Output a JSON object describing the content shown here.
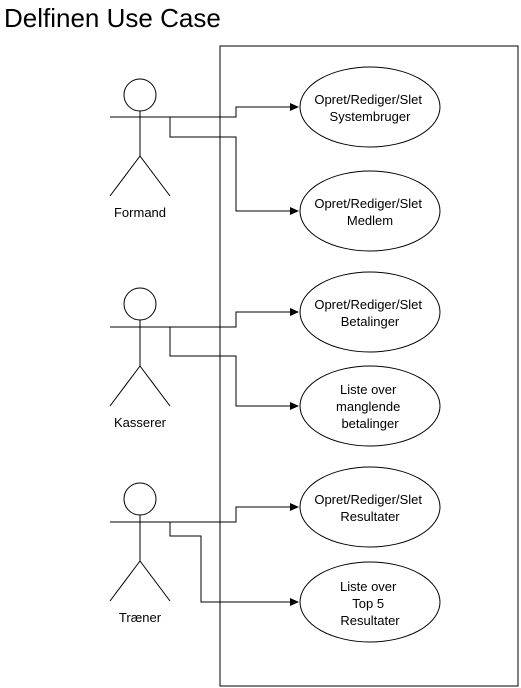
{
  "title": "Delfinen Use Case",
  "actors": [
    {
      "id": "formand",
      "label": "Formand"
    },
    {
      "id": "kasserer",
      "label": "Kasserer"
    },
    {
      "id": "traener",
      "label": "Træner"
    }
  ],
  "use_cases": [
    {
      "id": "uc1",
      "lines": [
        "Opret/Rediger/Slet",
        "Systembruger"
      ]
    },
    {
      "id": "uc2",
      "lines": [
        "Opret/Rediger/Slet",
        "Medlem"
      ]
    },
    {
      "id": "uc3",
      "lines": [
        "Opret/Rediger/Slet",
        "Betalinger"
      ]
    },
    {
      "id": "uc4",
      "lines": [
        "Liste over",
        "manglende",
        "betalinger"
      ]
    },
    {
      "id": "uc5",
      "lines": [
        "Opret/Rediger/Slet",
        "Resultater"
      ]
    },
    {
      "id": "uc6",
      "lines": [
        "Liste over",
        "Top 5",
        "Resultater"
      ]
    }
  ],
  "associations": [
    {
      "from": "formand",
      "to": "uc1"
    },
    {
      "from": "formand",
      "to": "uc2"
    },
    {
      "from": "kasserer",
      "to": "uc3"
    },
    {
      "from": "kasserer",
      "to": "uc4"
    },
    {
      "from": "traener",
      "to": "uc5"
    },
    {
      "from": "traener",
      "to": "uc6"
    }
  ]
}
